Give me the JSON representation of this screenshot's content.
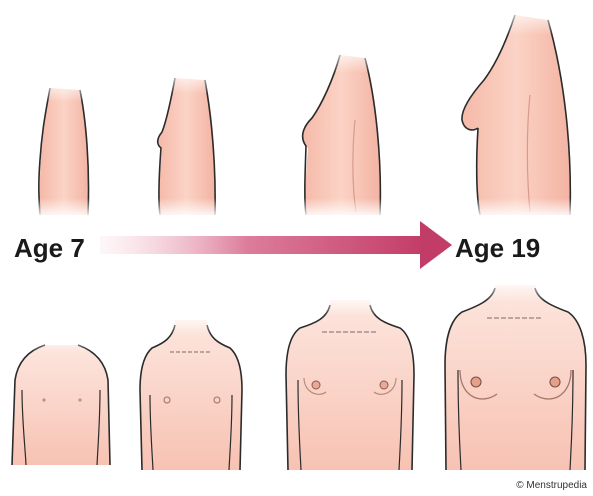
{
  "labels": {
    "start_age": "Age 7",
    "end_age": "Age 19"
  },
  "credit": {
    "symbol": "©",
    "text": "Menstrupedia"
  },
  "colors": {
    "skin_light": "#fde3da",
    "skin_mid": "#f7c3b5",
    "skin_shade": "#eeb0a0",
    "outline": "#2b2b2b",
    "arrow_start": "#f4c8d3",
    "arrow_end": "#c23c68",
    "background": "#ffffff"
  },
  "stages": [
    {
      "order": 1,
      "views": [
        "side-profile",
        "front-torso"
      ]
    },
    {
      "order": 2,
      "views": [
        "side-profile",
        "front-torso"
      ]
    },
    {
      "order": 3,
      "views": [
        "side-profile",
        "front-torso"
      ]
    },
    {
      "order": 4,
      "views": [
        "side-profile",
        "front-torso"
      ]
    }
  ]
}
